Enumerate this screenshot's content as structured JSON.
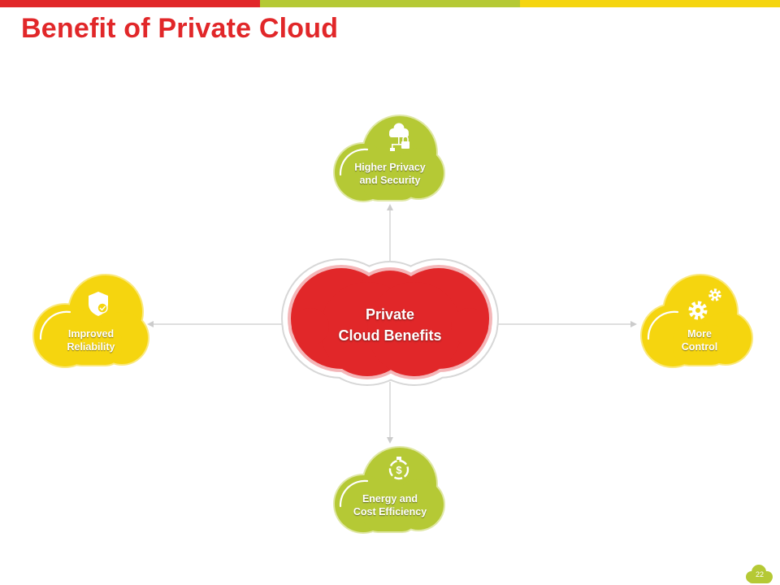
{
  "title": "Benefit of Private Cloud",
  "center": {
    "line1": "Private",
    "line2": "Cloud Benefits"
  },
  "benefits": [
    {
      "line1": "Higher Privacy",
      "line2": "and Security",
      "icon": "cloud-lock-network-icon"
    },
    {
      "line1": "Improved",
      "line2": "Reliability",
      "icon": "shield-check-icon"
    },
    {
      "line1": "More",
      "line2": "Control",
      "icon": "gears-icon"
    },
    {
      "line1": "Energy and",
      "line2": "Cost Efficiency",
      "icon": "dollar-stopwatch-icon"
    }
  ],
  "page_number": "22",
  "colors": {
    "red": "#e12729",
    "green": "#b5c935",
    "yellow": "#f5d50f",
    "title": "#e12729",
    "connector": "#cccccc"
  }
}
